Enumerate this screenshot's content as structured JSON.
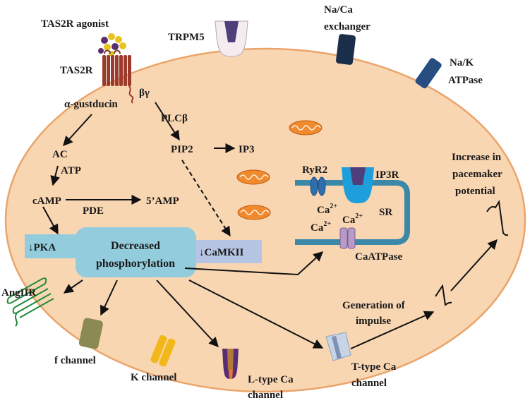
{
  "receptor": {
    "agonist": "TAS2R agonist",
    "name": "TAS2R",
    "g_alpha": "α-gustducin",
    "g_betagamma": "βγ"
  },
  "channels": {
    "trpm5": "TRPM5",
    "naca_line1": "Na/Ca",
    "naca_line2": "exchanger",
    "nak_line1": "Na/K",
    "nak_line2": "ATPase"
  },
  "left_pathway": {
    "ac": "AC",
    "atp": "ATP",
    "camp": "cAMP",
    "pde": "PDE",
    "amp5": "5’AMP",
    "pka": "↓PKA"
  },
  "right_pathway": {
    "plcb": "PLCβ",
    "pip2": "PIP2",
    "ip3": "IP3",
    "camkii": "↓CaMKII"
  },
  "center": {
    "line1": "Decreased",
    "line2": "phosphorylation"
  },
  "sr": {
    "ryr2": "RyR2",
    "ip3r": "IP3R",
    "label": "SR",
    "ca": "Ca",
    "ca_charge": "2+",
    "pump": "CaATPase"
  },
  "targets": {
    "angiir": "AngIIR",
    "f_channel": "f channel",
    "k_channel": "K channel",
    "ltype_line1": "L-type Ca",
    "ltype_line2": "channel",
    "ttype_line1": "T-type Ca",
    "ttype_line2": "channel"
  },
  "outcome": {
    "gen_line1": "Generation of",
    "gen_line2": "impulse",
    "inc_line1": "Increase in",
    "inc_line2": "pacemaker",
    "inc_line3": "potential"
  },
  "colors": {
    "cell_fill": "#f9d6b2",
    "cell_stroke": "#eaa46a",
    "box_fill": "#93cddd",
    "camkii_fill": "#b6c5e3",
    "sr_stroke": "#3c88a8",
    "mito_fill": "#f08a2e"
  }
}
